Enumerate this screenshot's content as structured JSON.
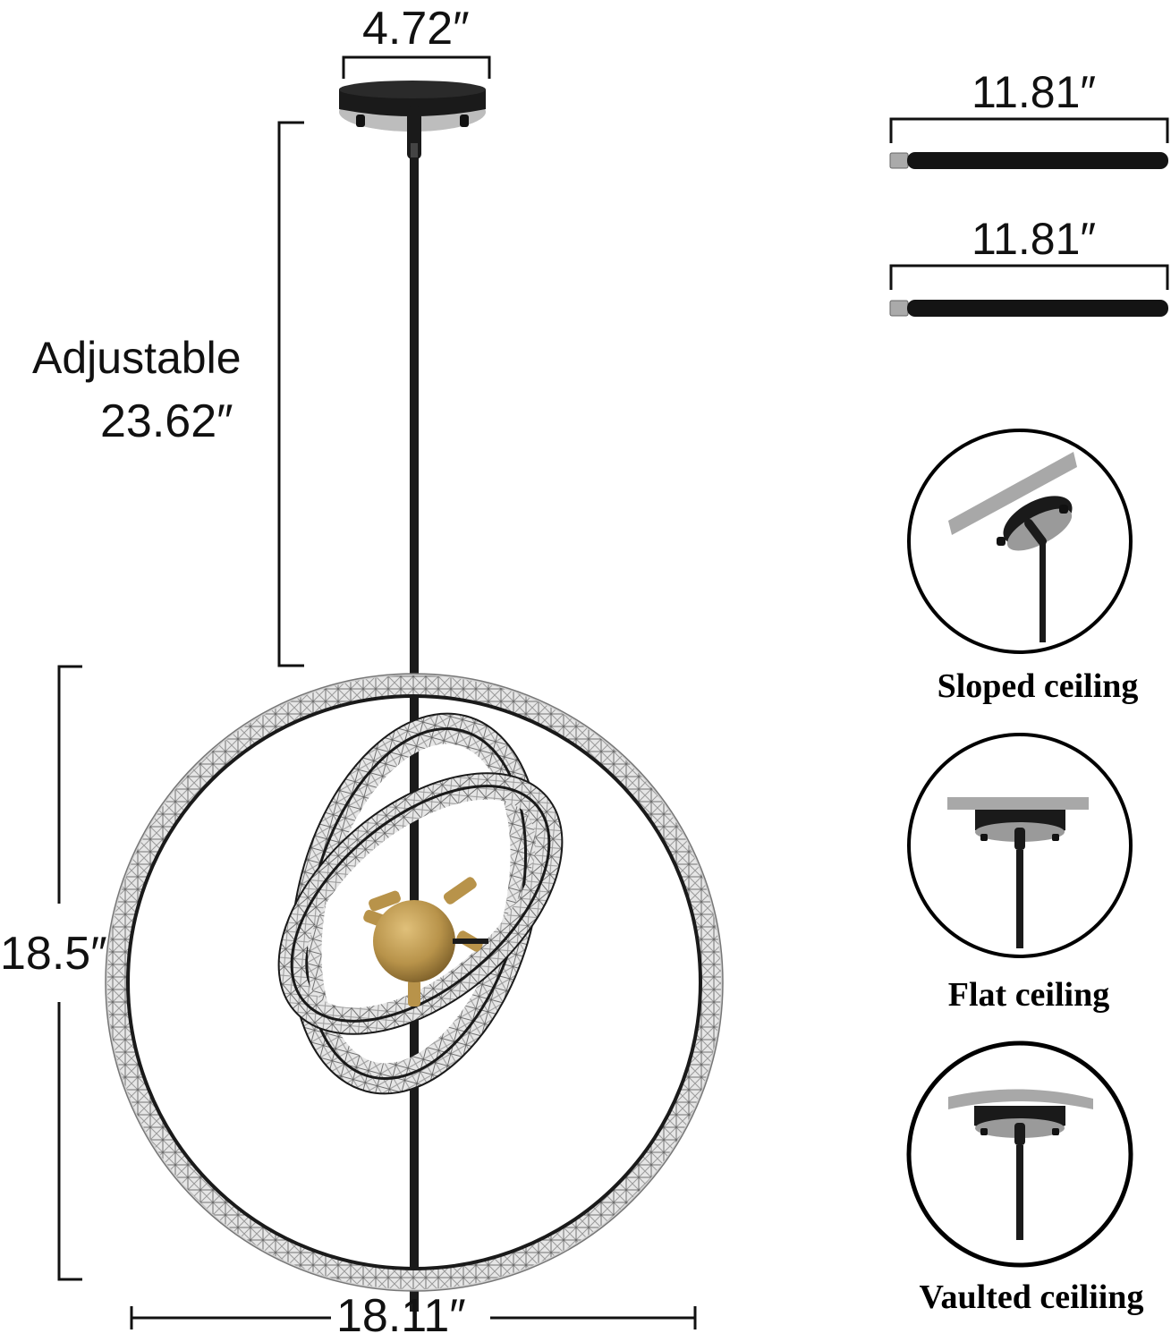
{
  "dimensions": {
    "canopy_width": "4.72″",
    "adjustable_label": "Adjustable",
    "adjustable_length": "23.62″",
    "fixture_height": "18.5″",
    "fixture_width": "18.11″",
    "rod_1_length": "11.81″",
    "rod_2_length": "11.81″"
  },
  "ceiling_types": [
    {
      "label": "Sloped ceiling",
      "icon": "sloped-ceiling-icon"
    },
    {
      "label": "Flat ceiling",
      "icon": "flat-ceiling-icon"
    },
    {
      "label": "Vaulted ceiliing",
      "icon": "vaulted-ceiling-icon"
    }
  ],
  "colors": {
    "frame_black": "#1a1a1a",
    "brass": "#b8934a",
    "ceiling_gray": "#a8a8a8",
    "crystal": "#d9d9d9"
  }
}
